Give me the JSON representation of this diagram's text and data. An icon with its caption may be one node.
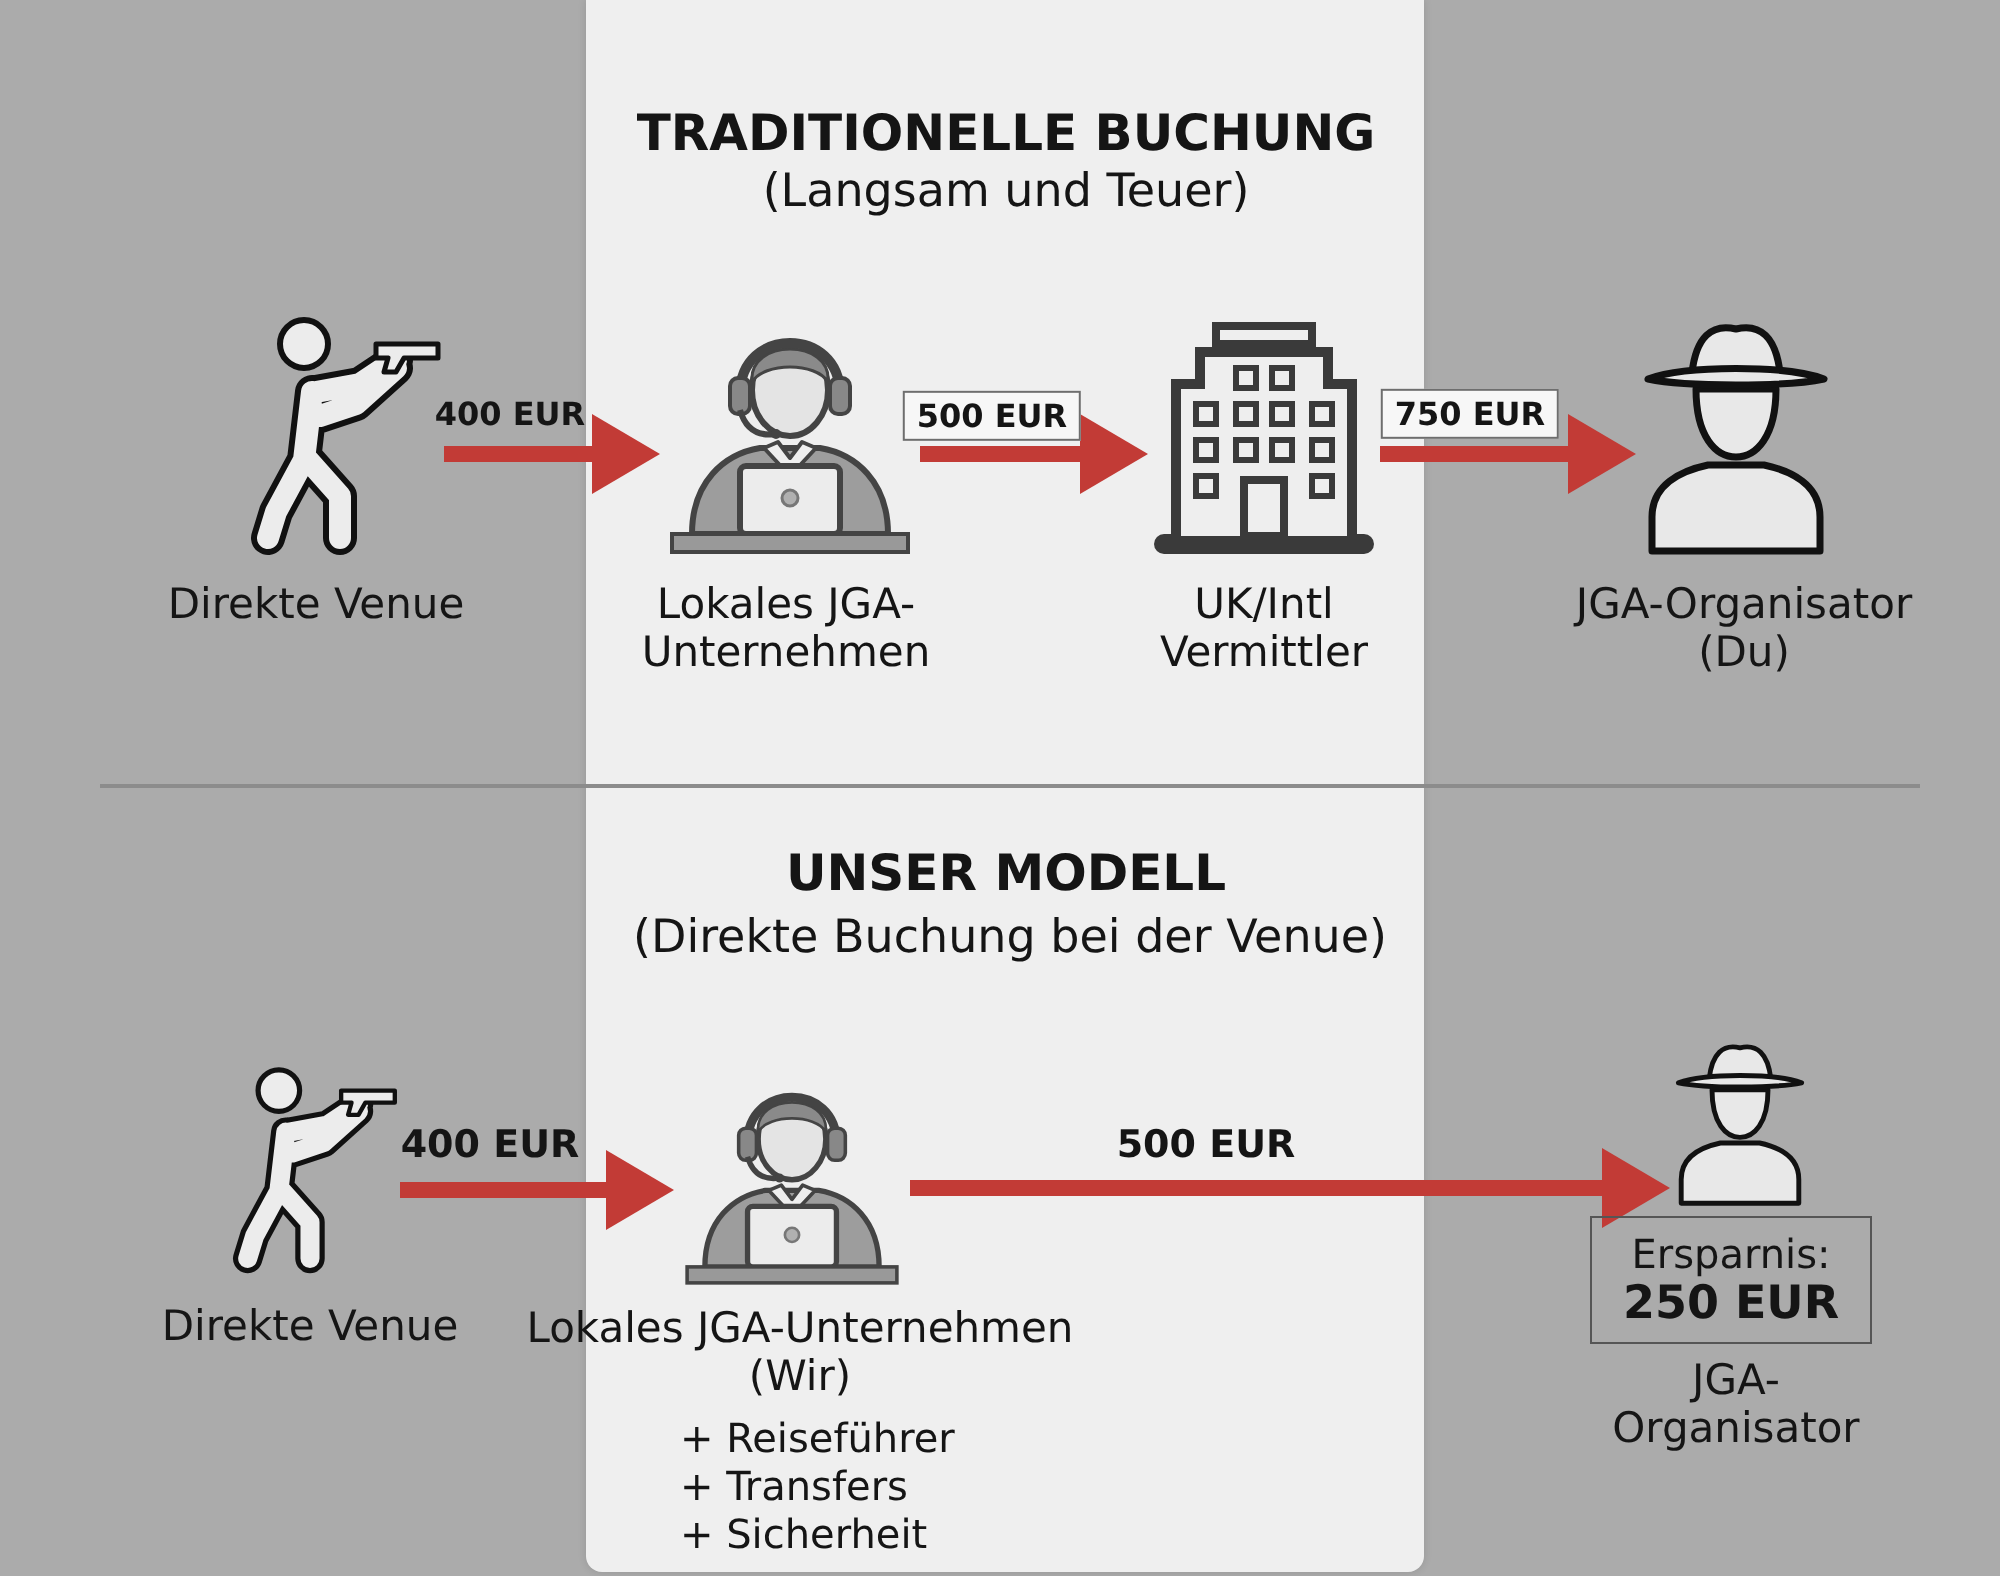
{
  "diagram": {
    "nodes": [
      {
        "text": [],
        "shape": "picture",
        "beside": [
          "Direkte Venue"
        ]
      },
      {
        "text": [],
        "shape": "picture",
        "beside": [
          "Lokales JGA-Unternehmen"
        ]
      },
      {
        "text": [],
        "shape": "picture",
        "beside": [
          "UK/Intl Vermittler"
        ]
      },
      {
        "text": [],
        "shape": "picture",
        "beside": [
          "JGA-Organisator (Du)"
        ]
      },
      {
        "text": [],
        "shape": "picture",
        "beside": [
          "Direkte Venue"
        ]
      },
      {
        "text": [],
        "shape": "picture",
        "beside": [
          "Lokales JGA-Unternehmen (Wir)",
          "+ Reiseführer",
          "+ Transfers",
          "+ Sicherheit"
        ]
      },
      {
        "text": [],
        "shape": "picture"
      },
      {
        "text": [
          "Ersparnis:",
          "250 EUR"
        ]
      }
    ],
    "edges": [
      {
        "from": 0,
        "to": 1,
        "arrow": "to",
        "label": "400 EUR"
      },
      {
        "from": 1,
        "to": 2,
        "arrow": "to",
        "label": "500 EUR"
      },
      {
        "from": 2,
        "to": 3,
        "arrow": "to",
        "label": "750 EUR"
      },
      {
        "from": 4,
        "to": 5,
        "arrow": "to",
        "label": "400 EUR"
      },
      {
        "from": 5,
        "to": 6,
        "arrow": "to",
        "label": "500 EUR"
      }
    ],
    "labels": [
      "TRADITIONELLE BUCHUNG",
      "(Langsam und Teuer)",
      "UNSER MODELL",
      "(Direkte Buchung bei der Venue)",
      "JGA-Organisator"
    ]
  }
}
